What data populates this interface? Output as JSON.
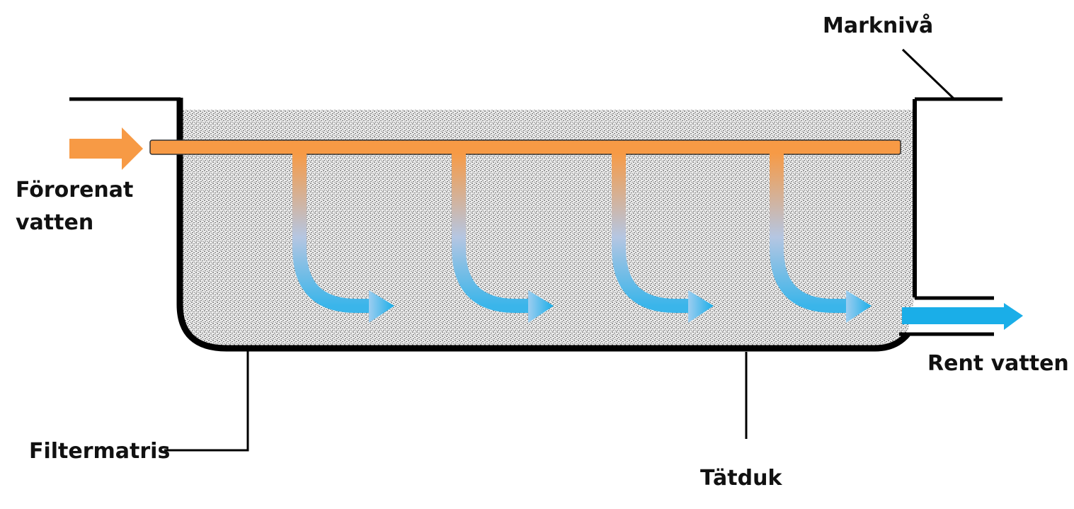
{
  "labels": {
    "inlet_line1": "Förorenat",
    "inlet_line2": "vatten",
    "ground_level": "Marknivå",
    "outlet": "Rent vatten",
    "filter_matrix": "Filtermatris",
    "liner": "Tätduk"
  },
  "colors": {
    "inflow": "#f79a45",
    "outflow": "#1aaee8",
    "outline": "#000000",
    "fill_dots": "#222222",
    "fill_bg": "#eeeeee"
  },
  "icons": [
    "inflow-arrow",
    "outflow-arrow",
    "flow-arrow"
  ],
  "flow_path_count": 4
}
